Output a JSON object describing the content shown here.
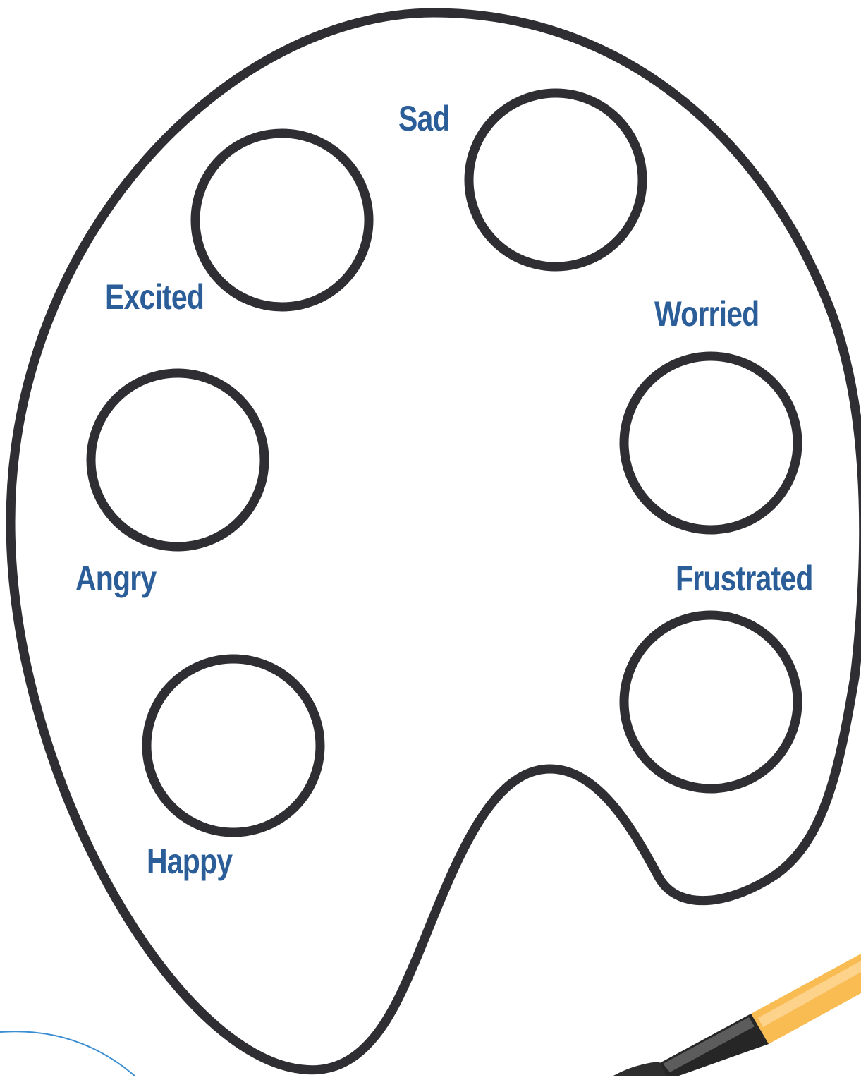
{
  "colors": {
    "outline": "#2e2e33",
    "label": "#2b5e98",
    "brush_handle": "#f8bc52",
    "brush_ferrule": "#3a3a3a",
    "corner_arc": "#3a8fd4"
  },
  "palette": {
    "labels": {
      "sad": "Sad",
      "excited": "Excited",
      "worried": "Worried",
      "angry": "Angry",
      "frustrated": "Frustrated",
      "happy": "Happy"
    }
  },
  "decorations": {
    "paint_wells": 6,
    "paintbrush_icon": "paintbrush-icon",
    "corner_arc_icon": "corner-arc-decoration"
  }
}
